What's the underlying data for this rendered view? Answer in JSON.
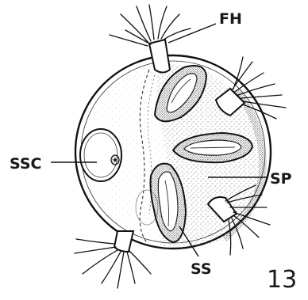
{
  "figure": {
    "number": "13",
    "labels": {
      "fh": "FH",
      "ssc": "SSC",
      "sp": "SP",
      "ss": "SS"
    }
  }
}
